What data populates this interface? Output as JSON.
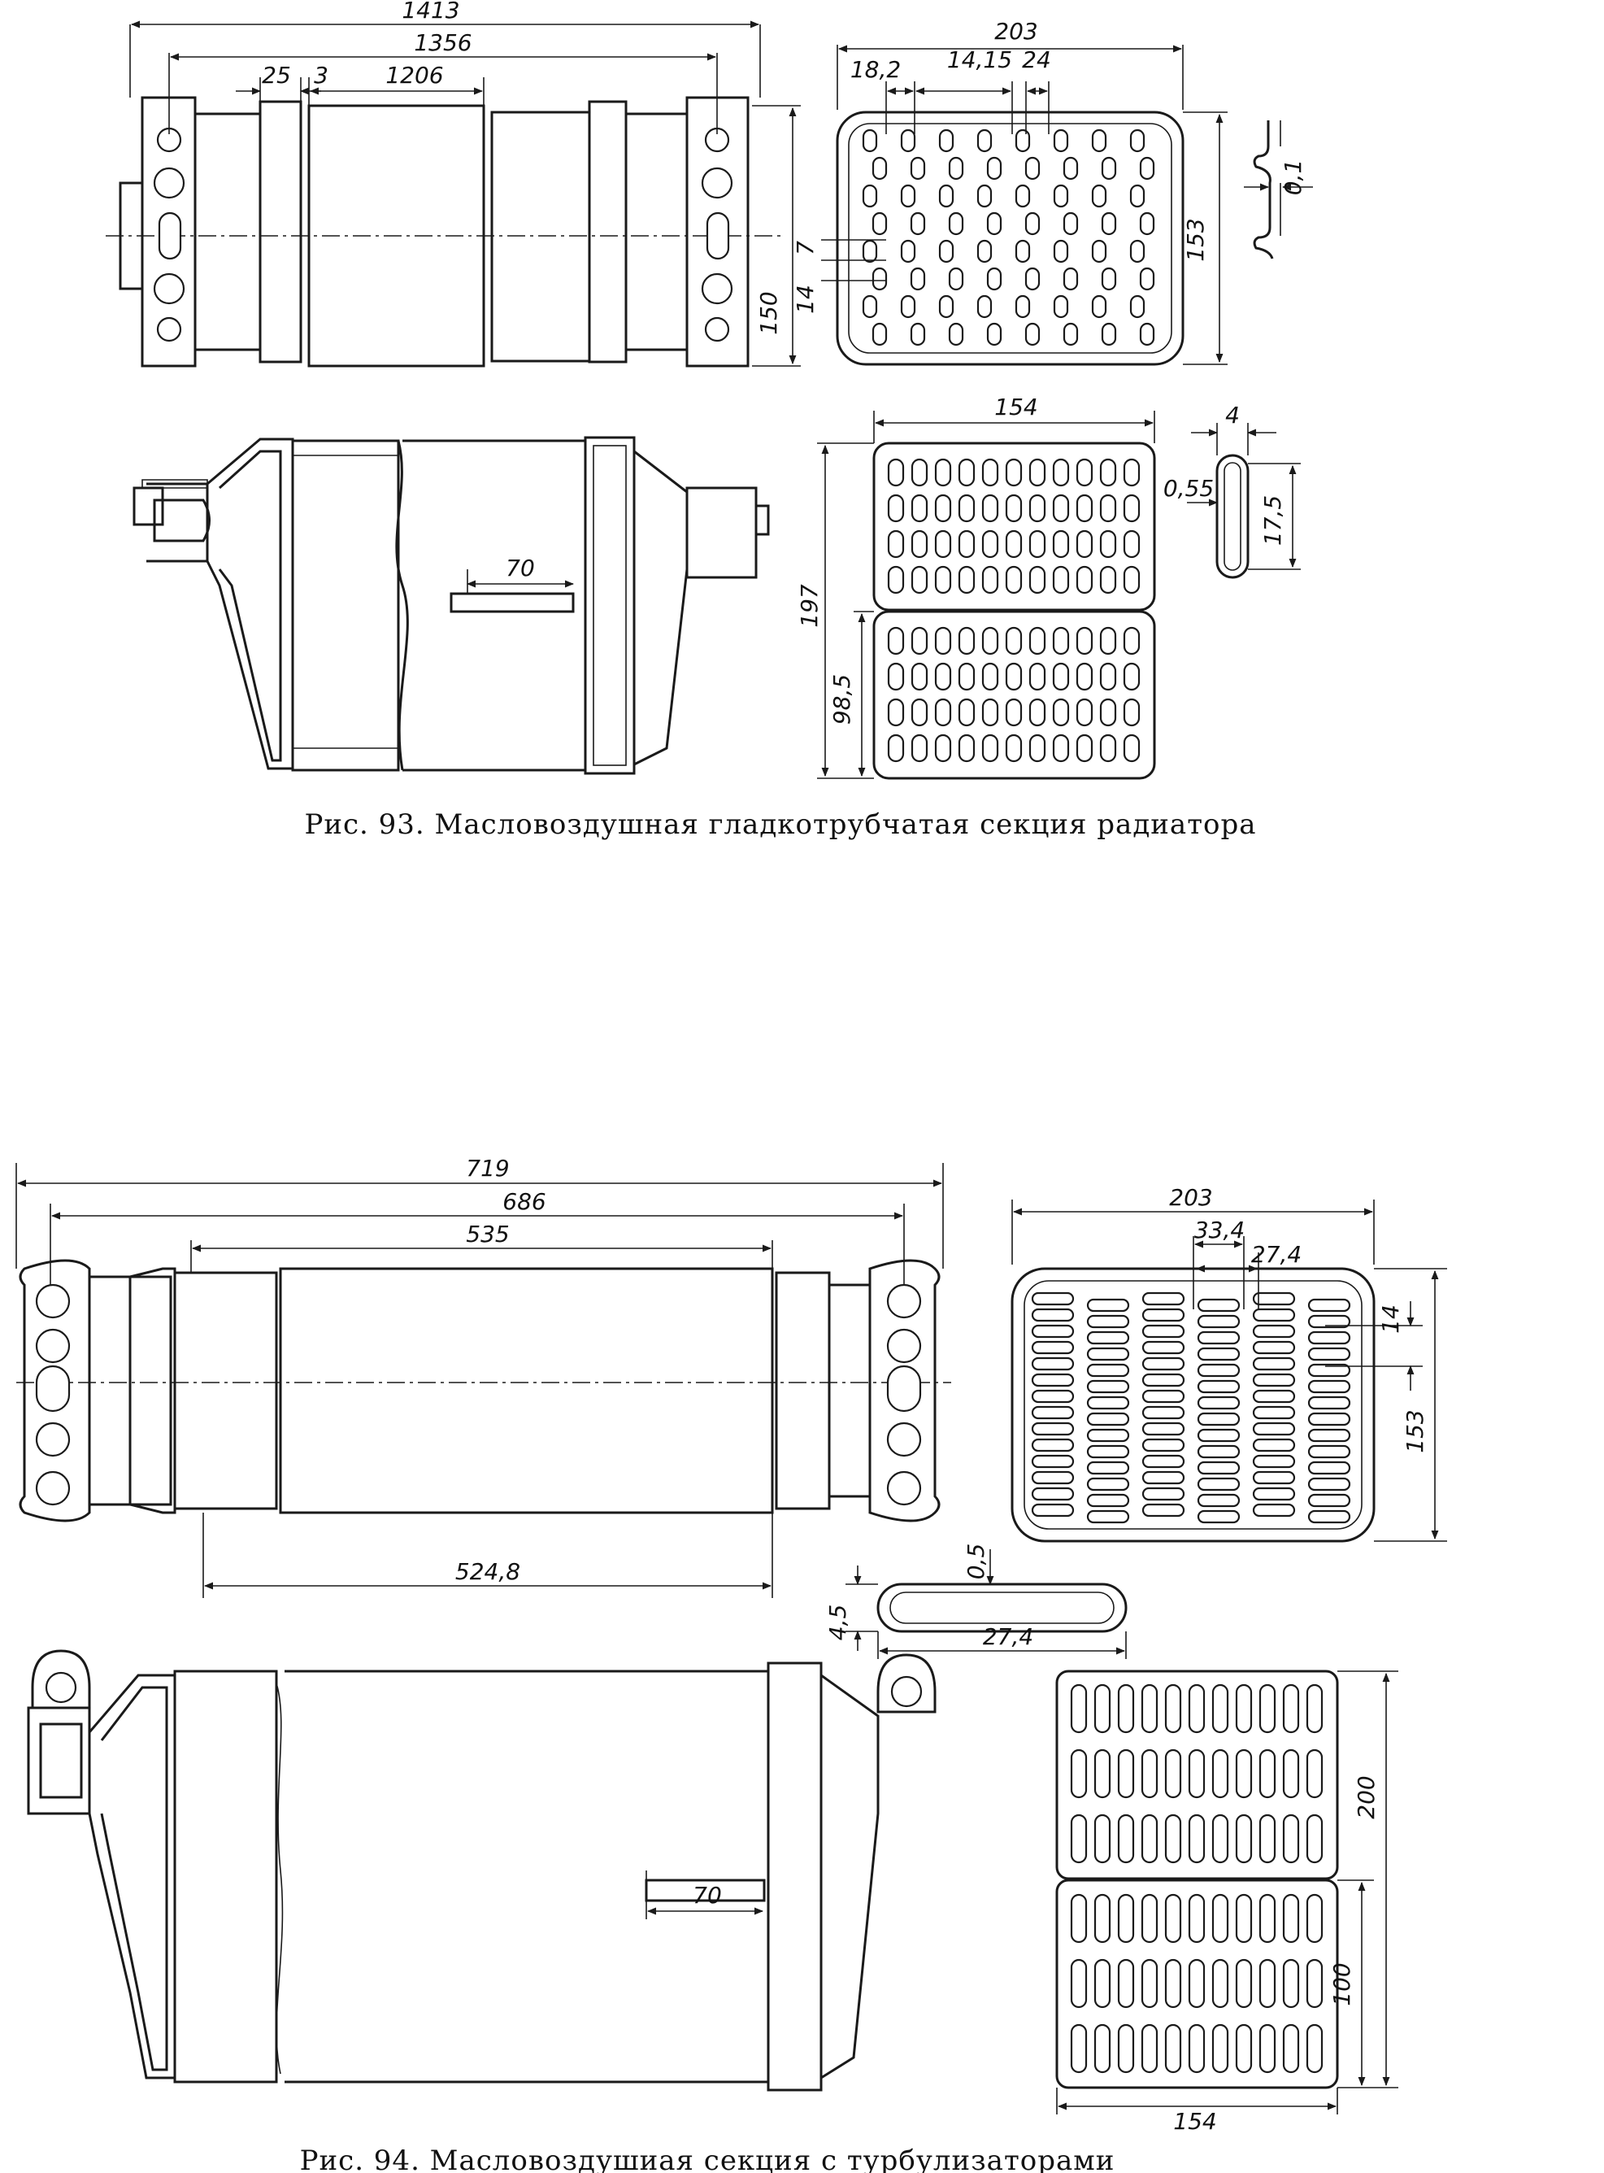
{
  "figures": [
    {
      "id": "fig93",
      "caption": "Рис. 93. Масловоздушная гладкотрубчатая секция радиатора",
      "dims": {
        "overall_length": "1413",
        "length_between": "1356",
        "flange": "25",
        "gap": "3",
        "core_length": "1206",
        "height": "150",
        "plate_width": "203",
        "pitch_a": "18,2",
        "pitch_b": "14,15",
        "pitch_c": "24",
        "row_pitch": "7",
        "row_gap": "14",
        "plate_height": "153",
        "wall": "0,1",
        "bottom_width": "154",
        "bottom_height": "197",
        "half_height": "98,5",
        "insert": "70",
        "tube_width": "4",
        "tube_wall": "0,55",
        "tube_height": "17,5"
      }
    },
    {
      "id": "fig94",
      "caption": "Рис. 94. Масловоздушиая секция с турбулизаторами",
      "dims": {
        "overall_length": "719",
        "length_between": "686",
        "core_length": "535",
        "core_bottom": "524,8",
        "plate_width": "203",
        "pitch_a": "33,4",
        "pitch_b": "27,4",
        "row_gap": "14",
        "plate_height": "153",
        "wall": "0,5",
        "tube_height": "4,5",
        "tube_width": "27,4",
        "insert": "70",
        "bottom_height": "200",
        "half_height": "100",
        "bottom_width": "154"
      }
    }
  ]
}
